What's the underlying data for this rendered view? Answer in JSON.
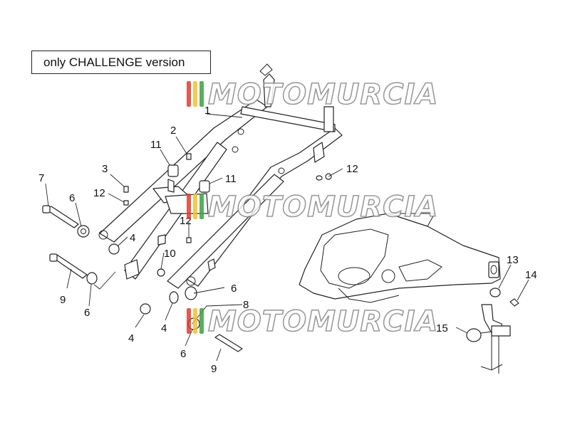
{
  "header": {
    "version_note": "only CHALLENGE version"
  },
  "watermark": {
    "text": "MOTOMURCIA",
    "stripe_colors": [
      "#e23b2e",
      "#f2c232",
      "#3aa24a"
    ]
  },
  "callouts": [
    {
      "id": "c1",
      "label": "1"
    },
    {
      "id": "c2",
      "label": "2"
    },
    {
      "id": "c3",
      "label": "3"
    },
    {
      "id": "c4a",
      "label": "4"
    },
    {
      "id": "c4b",
      "label": "4"
    },
    {
      "id": "c4c",
      "label": "4"
    },
    {
      "id": "c6a",
      "label": "6"
    },
    {
      "id": "c6b",
      "label": "6"
    },
    {
      "id": "c6c",
      "label": "6"
    },
    {
      "id": "c6d",
      "label": "6"
    },
    {
      "id": "c7",
      "label": "7"
    },
    {
      "id": "c8",
      "label": "8"
    },
    {
      "id": "c9a",
      "label": "9"
    },
    {
      "id": "c9b",
      "label": "9"
    },
    {
      "id": "c10",
      "label": "10"
    },
    {
      "id": "c11a",
      "label": "11"
    },
    {
      "id": "c11b",
      "label": "11"
    },
    {
      "id": "c12a",
      "label": "12"
    },
    {
      "id": "c12b",
      "label": "12"
    },
    {
      "id": "c12c",
      "label": "12"
    },
    {
      "id": "c13",
      "label": "13"
    },
    {
      "id": "c14",
      "label": "14"
    },
    {
      "id": "c15",
      "label": "15"
    }
  ]
}
